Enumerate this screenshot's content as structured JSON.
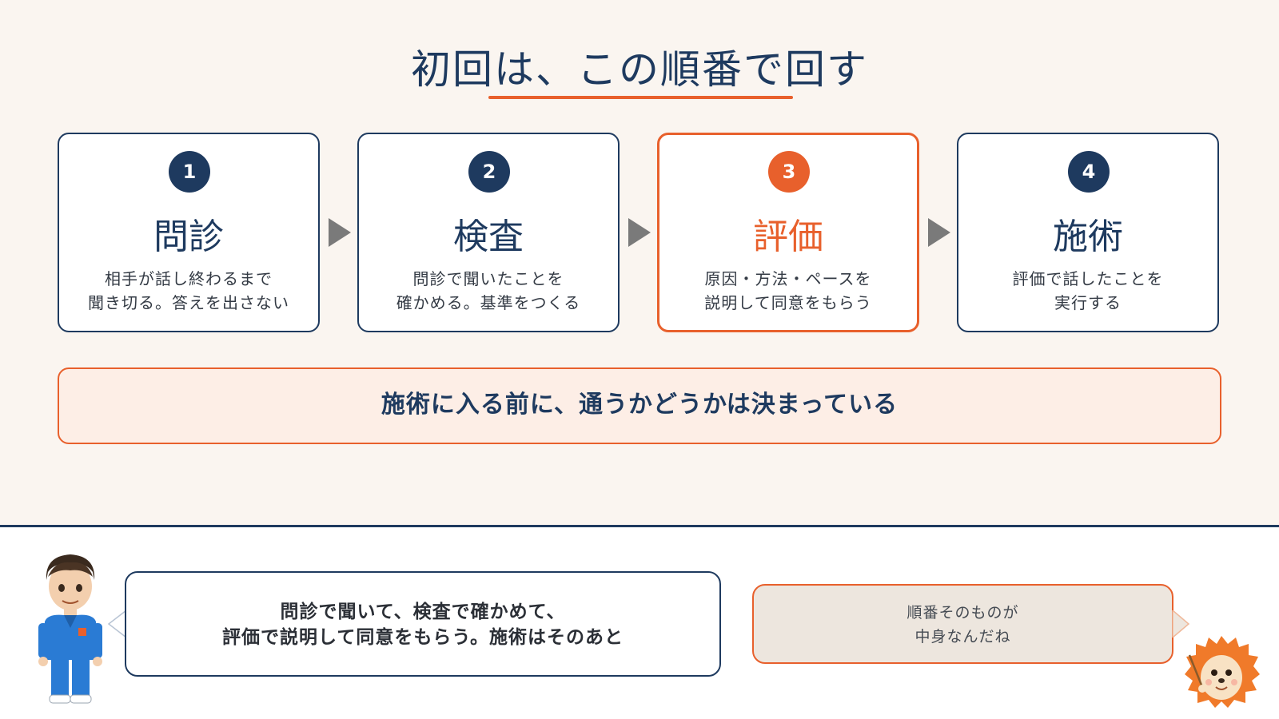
{
  "slide": {
    "title": "初回は、この順番で回す"
  },
  "steps": [
    {
      "number": "1",
      "title": "問診",
      "desc_line1": "相手が話し終わるまで",
      "desc_line2": "聞き切る。答えを出さない"
    },
    {
      "number": "2",
      "title": "検査",
      "desc_line1": "問診で聞いたことを",
      "desc_line2": "確かめる。基準をつくる"
    },
    {
      "number": "3",
      "title": "評価",
      "desc_line1": "原因・方法・ペースを",
      "desc_line2": "説明して同意をもらう"
    },
    {
      "number": "4",
      "title": "施術",
      "desc_line1": "評価で話したことを",
      "desc_line2": "実行する"
    }
  ],
  "banner": {
    "text": "施術に入る前に、通うかどうかは決まっている"
  },
  "dialogue": {
    "left": {
      "line1": "問診で聞いて、検査で確かめて、",
      "line2": "評価で説明して同意をもらう。施術はそのあと"
    },
    "right": {
      "line1": "順番そのものが",
      "line2": "中身なんだね"
    }
  },
  "colors": {
    "navy": "#1e3a5f",
    "accent": "#e8602c",
    "background": "#faf5f0"
  }
}
